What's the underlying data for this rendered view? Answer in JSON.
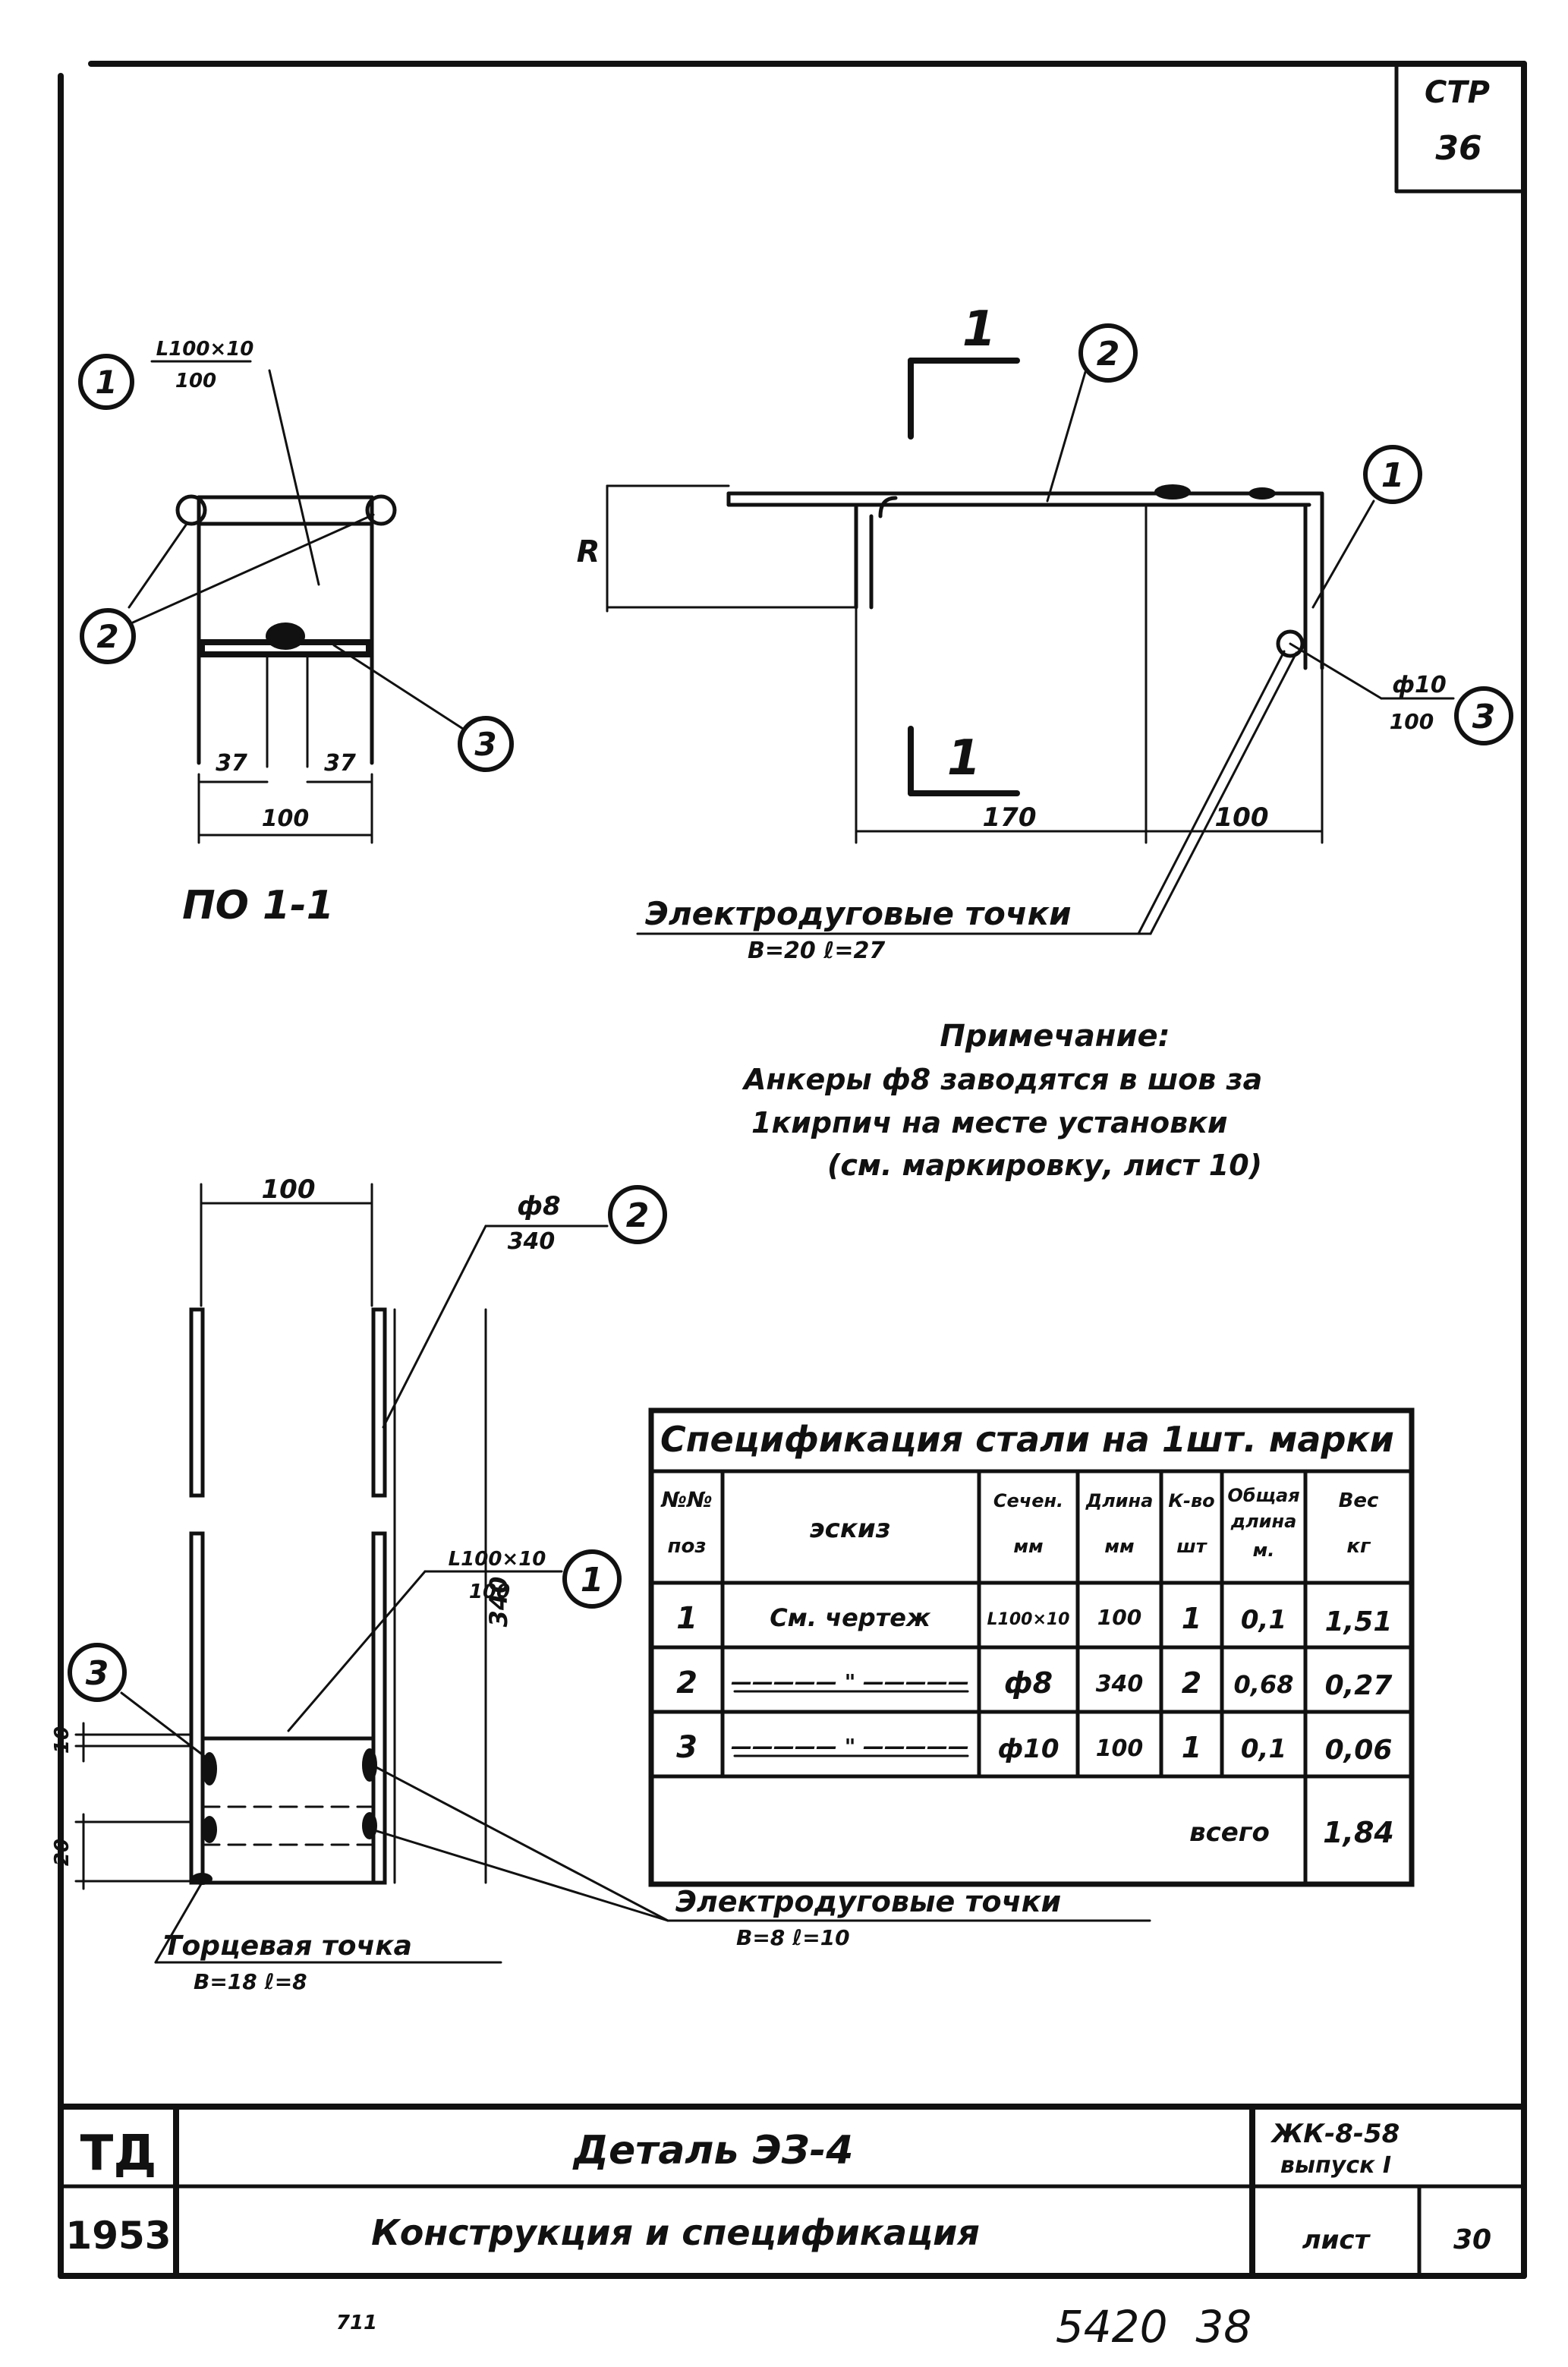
{
  "page": {
    "box_label": "СТР",
    "box_number": "36"
  },
  "section_view": {
    "title": "ПО 1-1",
    "callout1_num": "1",
    "callout1_top": "L100×10",
    "callout1_bottom": "100",
    "callout2_num": "2",
    "callout3_num": "3",
    "dim_left": "37",
    "dim_right": "37",
    "dim_total": "100"
  },
  "plan_view": {
    "cut_label_top": "1",
    "cut_label_bottom": "1",
    "dim_r": "R",
    "dim_170": "170",
    "dim_100": "100",
    "callout2_num": "2",
    "callout1_num": "1",
    "callout3_num": "3",
    "callout3_top": "ф10",
    "callout3_bottom": "100",
    "weld_title": "Электродуговые точки",
    "weld_params": "В=20  ℓ=27"
  },
  "note": {
    "title": "Примечание:",
    "line1": "Анкеры ф8 заводятся в шов за",
    "line2": "1кирпич на месте установки",
    "line3": "(см. маркировку, лист 10)"
  },
  "front_view": {
    "dim_top": "100",
    "dim_side": "340",
    "dim_10": "10",
    "dim_20": "20",
    "callout2_num": "2",
    "callout2_top": "ф8",
    "callout2_bottom": "340",
    "callout1_num": "1",
    "callout1_top": "L100×10",
    "callout1_bottom": "100",
    "callout3_num": "3",
    "end_weld_title": "Торцевая точка",
    "end_weld_params": "В=18  ℓ=8",
    "weld_title": "Электродуговые точки",
    "weld_params": "В=8  ℓ=10"
  },
  "spec_table": {
    "title": "Спецификация стали на 1шт. марки",
    "headers": {
      "pos_a": "№№",
      "pos_b": "поз",
      "sketch": "эскиз",
      "section_a": "Сечен.",
      "section_b": "мм",
      "length_a": "Длина",
      "length_b": "мм",
      "qty_a": "К-во",
      "qty_b": "шт",
      "total_a": "Общая",
      "total_b": "длина",
      "total_c": "м.",
      "weight_a": "Вес",
      "weight_b": "кг"
    },
    "rows": [
      {
        "pos": "1",
        "sketch": "См. чертеж",
        "section": "L100×10",
        "length": "100",
        "qty": "1",
        "total": "0,1",
        "weight": "1,51"
      },
      {
        "pos": "2",
        "sketch": "————— \" —————",
        "section": "ф8",
        "length": "340",
        "qty": "2",
        "total": "0,68",
        "weight": "0,27"
      },
      {
        "pos": "3",
        "sketch": "————— \" —————",
        "section": "ф10",
        "length": "100",
        "qty": "1",
        "total": "0,1",
        "weight": "0,06"
      }
    ],
    "total_label": "всего",
    "total_value": "1,84"
  },
  "title_block": {
    "org": "ТД",
    "year": "1953",
    "name": "Деталь ЭЗ-4",
    "subtitle": "Конструкция и спецификация",
    "series_line1": "ЖК-8-58",
    "series_line2": "выпуск I",
    "sheet_label": "лист",
    "sheet_number": "30"
  },
  "footer": {
    "small_code": "711",
    "archive_number": "5420  38"
  }
}
